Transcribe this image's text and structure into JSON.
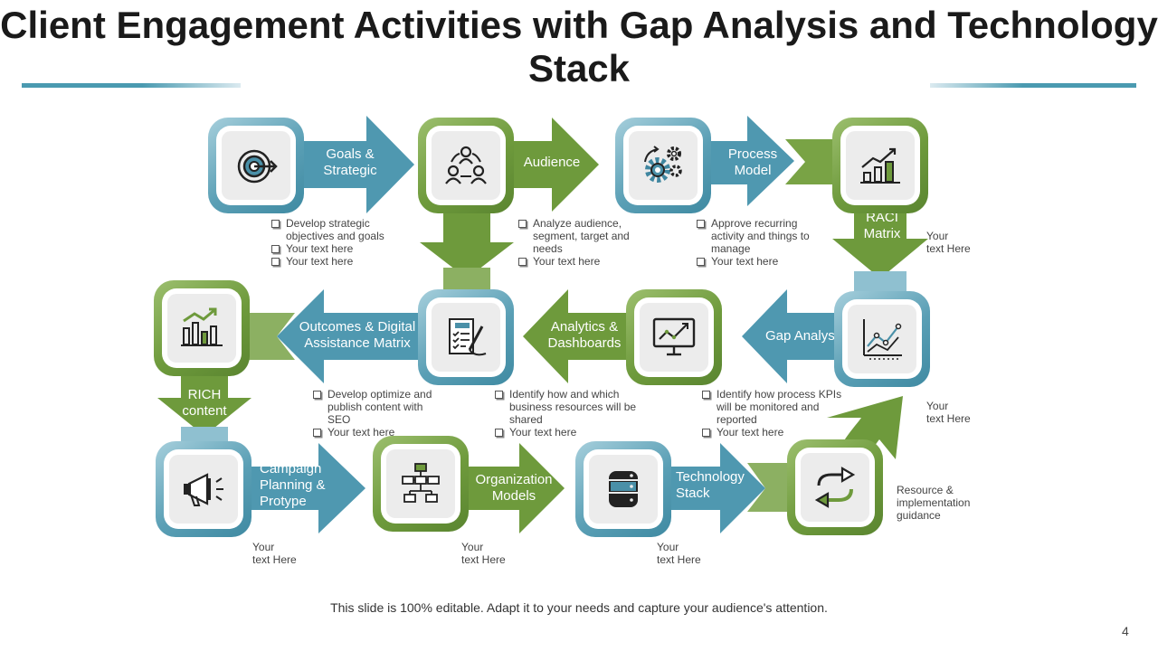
{
  "title": "Client Engagement Activities with Gap Analysis and Technology Stack",
  "footer": "This slide is 100% editable. Adapt it to your needs and capture your audience's attention.",
  "page_number": "4",
  "colors": {
    "blue": "#4a9ab0",
    "green": "#6e9a3c",
    "title": "#1a1a1a",
    "text": "#444444"
  },
  "steps": {
    "goals": {
      "label": "Goals &\nStrategic",
      "icon": "target-icon"
    },
    "audience": {
      "label": "Audience",
      "icon": "team-icon"
    },
    "process": {
      "label": "Process\nModel",
      "icon": "gears-icon"
    },
    "raci": {
      "label": "RACI\nMatrix",
      "icon": "growth-chart-icon"
    },
    "gap": {
      "label": "Gap Analysis",
      "icon": "line-chart-icon"
    },
    "analytics": {
      "label": "Analytics &\nDashboards",
      "icon": "monitor-chart-icon"
    },
    "outcomes": {
      "label": "Outcomes & Digital\nAssistance Matrix",
      "icon": "clipboard-checklist-icon"
    },
    "rich": {
      "label": "RICH\ncontent",
      "icon": "bar-chart-icon"
    },
    "campaign": {
      "label": "Campaign\nPlanning &\nProtype",
      "icon": "megaphone-icon"
    },
    "organization": {
      "label": "Organization\nModels",
      "icon": "org-chart-icon"
    },
    "technology": {
      "label": "Technology\nStack",
      "icon": "database-icon"
    },
    "resource": {
      "icon": "refresh-arrows-icon"
    }
  },
  "bullets": {
    "goals": [
      "Develop strategic objectives and goals",
      "Your text here",
      "Your text here"
    ],
    "audience": [
      "Analyze audience, segment, target and needs",
      "Your text here"
    ],
    "process": [
      "Approve recurring activity and things to manage",
      "Your text here"
    ],
    "outcomes": [
      "Develop optimize and publish content with SEO",
      "Your text here"
    ],
    "analytics": [
      "Identify how and which business resources will be shared",
      "Your text here"
    ],
    "gap": [
      "Identify how process KPIs will be monitored and reported",
      "Your text here"
    ]
  },
  "notes": {
    "raci": "Your\ntext Here",
    "gap": "Your\ntext Here",
    "resource": "Resource &\nimplementation\nguidance",
    "campaign": "Your\ntext Here",
    "organization": "Your\ntext Here",
    "technology": "Your\ntext Here"
  }
}
